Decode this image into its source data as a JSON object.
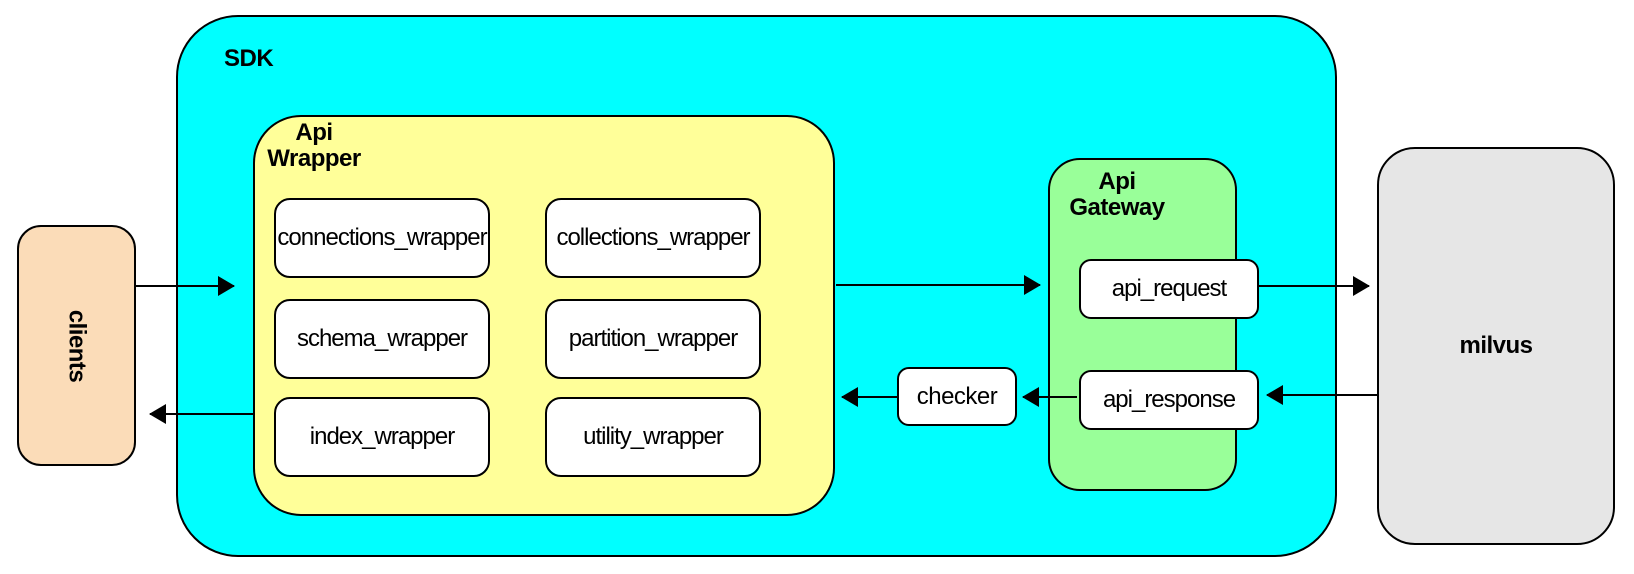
{
  "colors": {
    "sdk": "#00ffff",
    "wrapper": "#ffff99",
    "gateway": "#99ff99",
    "clients": "#fbdcb8",
    "milvus": "#e6e6e6",
    "box_fill": "#ffffff",
    "line": "#000000"
  },
  "nodes": {
    "sdk": {
      "label": "SDK"
    },
    "api_wrapper": {
      "label": "Api\nWrapper",
      "boxes": [
        "connections_wrapper",
        "collections_wrapper",
        "schema_wrapper",
        "partition_wrapper",
        "index_wrapper",
        "utility_wrapper"
      ]
    },
    "api_gateway": {
      "label": "Api\nGateway",
      "boxes": [
        "api_request",
        "api_response"
      ]
    },
    "checker": {
      "label": "checker"
    },
    "clients": {
      "label": "clients"
    },
    "milvus": {
      "label": "milvus"
    }
  },
  "edges": [
    {
      "from": "clients",
      "to": "api_wrapper"
    },
    {
      "from": "api_wrapper",
      "to": "clients"
    },
    {
      "from": "api_wrapper",
      "to": "api_gateway"
    },
    {
      "from": "api_request",
      "to": "milvus"
    },
    {
      "from": "milvus",
      "to": "api_response"
    },
    {
      "from": "api_response",
      "to": "checker"
    },
    {
      "from": "checker",
      "to": "api_wrapper"
    }
  ]
}
